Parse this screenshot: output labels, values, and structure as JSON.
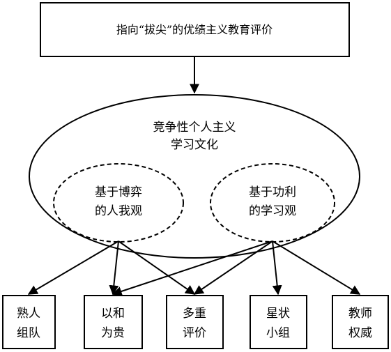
{
  "top_box": {
    "text": "指向“拔尖”的优绩主义教育评价"
  },
  "culture": {
    "line1": "竞争性个人主义",
    "line2": "学习文化"
  },
  "left_view": {
    "line1": "基于博弈",
    "line2": "的人我观"
  },
  "right_view": {
    "line1": "基于功利",
    "line2": "的学习观"
  },
  "bottom_boxes": [
    {
      "line1": "熟人",
      "line2": "组队"
    },
    {
      "line1": "以和",
      "line2": "为贵"
    },
    {
      "line1": "多重",
      "line2": "评价"
    },
    {
      "line1": "星状",
      "line2": "小组"
    },
    {
      "line1": "教师",
      "line2": "权威"
    }
  ]
}
